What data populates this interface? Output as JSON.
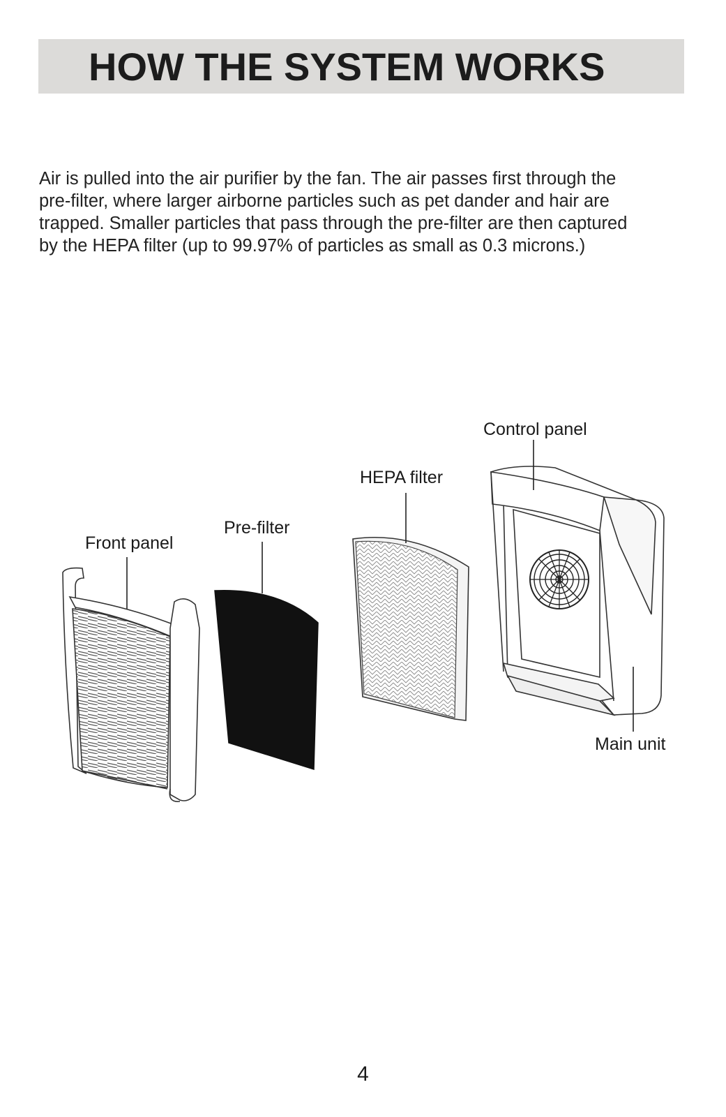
{
  "header": {
    "title": "HOW THE SYSTEM WORKS"
  },
  "intro": {
    "lines": [
      "Air is pulled into the air purifier by the fan. The air passes first through the",
      "pre-filter, where larger airborne particles such as pet dander and hair are",
      "trapped. Smaller particles that pass through the pre-filter are then captured",
      "by the HEPA filter (up to 99.97% of particles as small as 0.3 microns.)"
    ]
  },
  "diagram": {
    "labels": {
      "front_panel": "Front panel",
      "pre_filter": "Pre-filter",
      "hepa_filter": "HEPA filter",
      "control_panel": "Control panel",
      "main_unit": "Main unit"
    }
  },
  "footer": {
    "page_number": "4"
  }
}
